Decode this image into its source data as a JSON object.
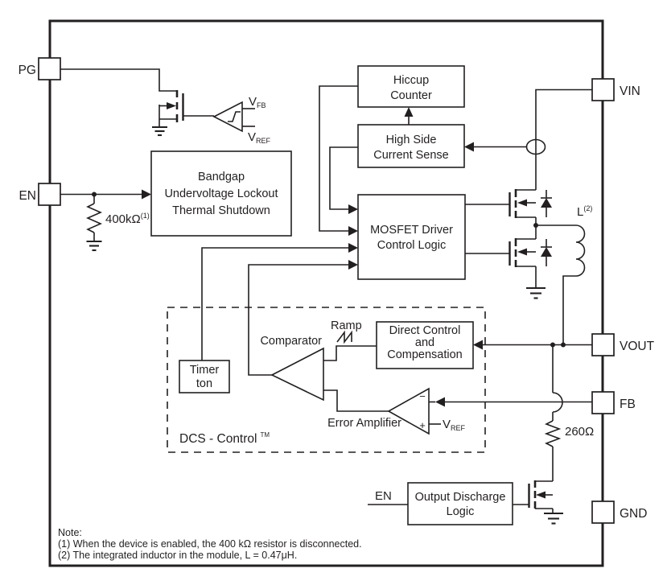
{
  "diagram": {
    "pins": {
      "pg": "PG",
      "en": "EN",
      "vin": "VIN",
      "vout": "VOUT",
      "fb": "FB",
      "gnd": "GND"
    },
    "blocks": {
      "hiccup_counter": {
        "line1": "Hiccup",
        "line2": "Counter"
      },
      "high_side_current_sense": {
        "line1": "High Side",
        "line2": "Current Sense"
      },
      "mosfet_driver": {
        "line1": "MOSFET Driver",
        "line2": "Control Logic"
      },
      "bandgap": {
        "line1": "Bandgap",
        "line2": "Undervoltage Lockout",
        "line3": "Thermal Shutdown"
      },
      "direct_control": {
        "line1": "Direct Control",
        "line2": "and",
        "line3": "Compensation"
      },
      "timer": {
        "line1": "Timer",
        "line2": "ton"
      },
      "output_discharge": {
        "line1": "Output Discharge",
        "line2": "Logic"
      }
    },
    "labels": {
      "comparator": "Comparator",
      "error_amplifier": "Error Amplifier",
      "ramp": "Ramp",
      "dcs_control": "DCS - Control",
      "dcs_tm": "TM",
      "discharge_en": "EN",
      "en_resistor": "400kΩ",
      "en_resistor_note": "(1)",
      "fb_resistor": "260Ω",
      "inductor": "L",
      "inductor_note": "(2)",
      "v": "V",
      "fb_sub": "FB",
      "ref_sub": "REF",
      "minus": "−",
      "plus": "+"
    },
    "note": {
      "title": "Note:",
      "line1": "(1) When the device is enabled, the 400 kΩ resistor is disconnected.",
      "line2": "(2) The integrated inductor in the module, L = 0.47μH."
    },
    "colors": {
      "line": "#231f20",
      "background": "#ffffff"
    }
  }
}
